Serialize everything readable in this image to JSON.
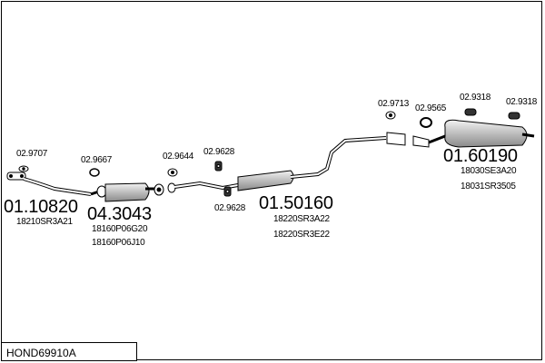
{
  "diagram": {
    "code": "HOND69910A",
    "parts": [
      {
        "id": "front_pipe",
        "number": "01.10820",
        "oem": [
          "18210SR3A21"
        ],
        "icon": "front-pipe-icon"
      },
      {
        "id": "catalyst",
        "number": "04.3043",
        "oem": [
          "18160P06G20",
          "18160P06J10"
        ],
        "icon": "catalytic-converter-icon"
      },
      {
        "id": "middle_silencer",
        "number": "01.50160",
        "oem": [
          "18220SR3A22",
          "18220SR3E22"
        ],
        "icon": "middle-silencer-icon"
      },
      {
        "id": "rear_silencer",
        "number": "01.60190",
        "oem": [
          "18030SE3A20",
          "18031SR3505"
        ],
        "icon": "rear-silencer-icon"
      }
    ],
    "accessories": [
      {
        "id": "acc_9707",
        "number": "02.9707",
        "icon": "gasket-icon"
      },
      {
        "id": "acc_9667",
        "number": "02.9667",
        "icon": "gasket-ring-icon"
      },
      {
        "id": "acc_9644",
        "number": "02.9644",
        "icon": "gasket-icon"
      },
      {
        "id": "acc_9628a",
        "number": "02.9628",
        "icon": "rubber-mount-icon"
      },
      {
        "id": "acc_9628b",
        "number": "02.9628",
        "icon": "rubber-mount-icon"
      },
      {
        "id": "acc_9713",
        "number": "02.9713",
        "icon": "gasket-icon"
      },
      {
        "id": "acc_9565",
        "number": "02.9565",
        "icon": "gasket-ring-icon"
      },
      {
        "id": "acc_9318a",
        "number": "02.9318",
        "icon": "rubber-hanger-icon"
      },
      {
        "id": "acc_9318b",
        "number": "02.9318",
        "icon": "rubber-hanger-icon"
      }
    ],
    "colors": {
      "line": "#000000",
      "part_fill": "#d8d8d8",
      "background": "#ffffff"
    }
  }
}
